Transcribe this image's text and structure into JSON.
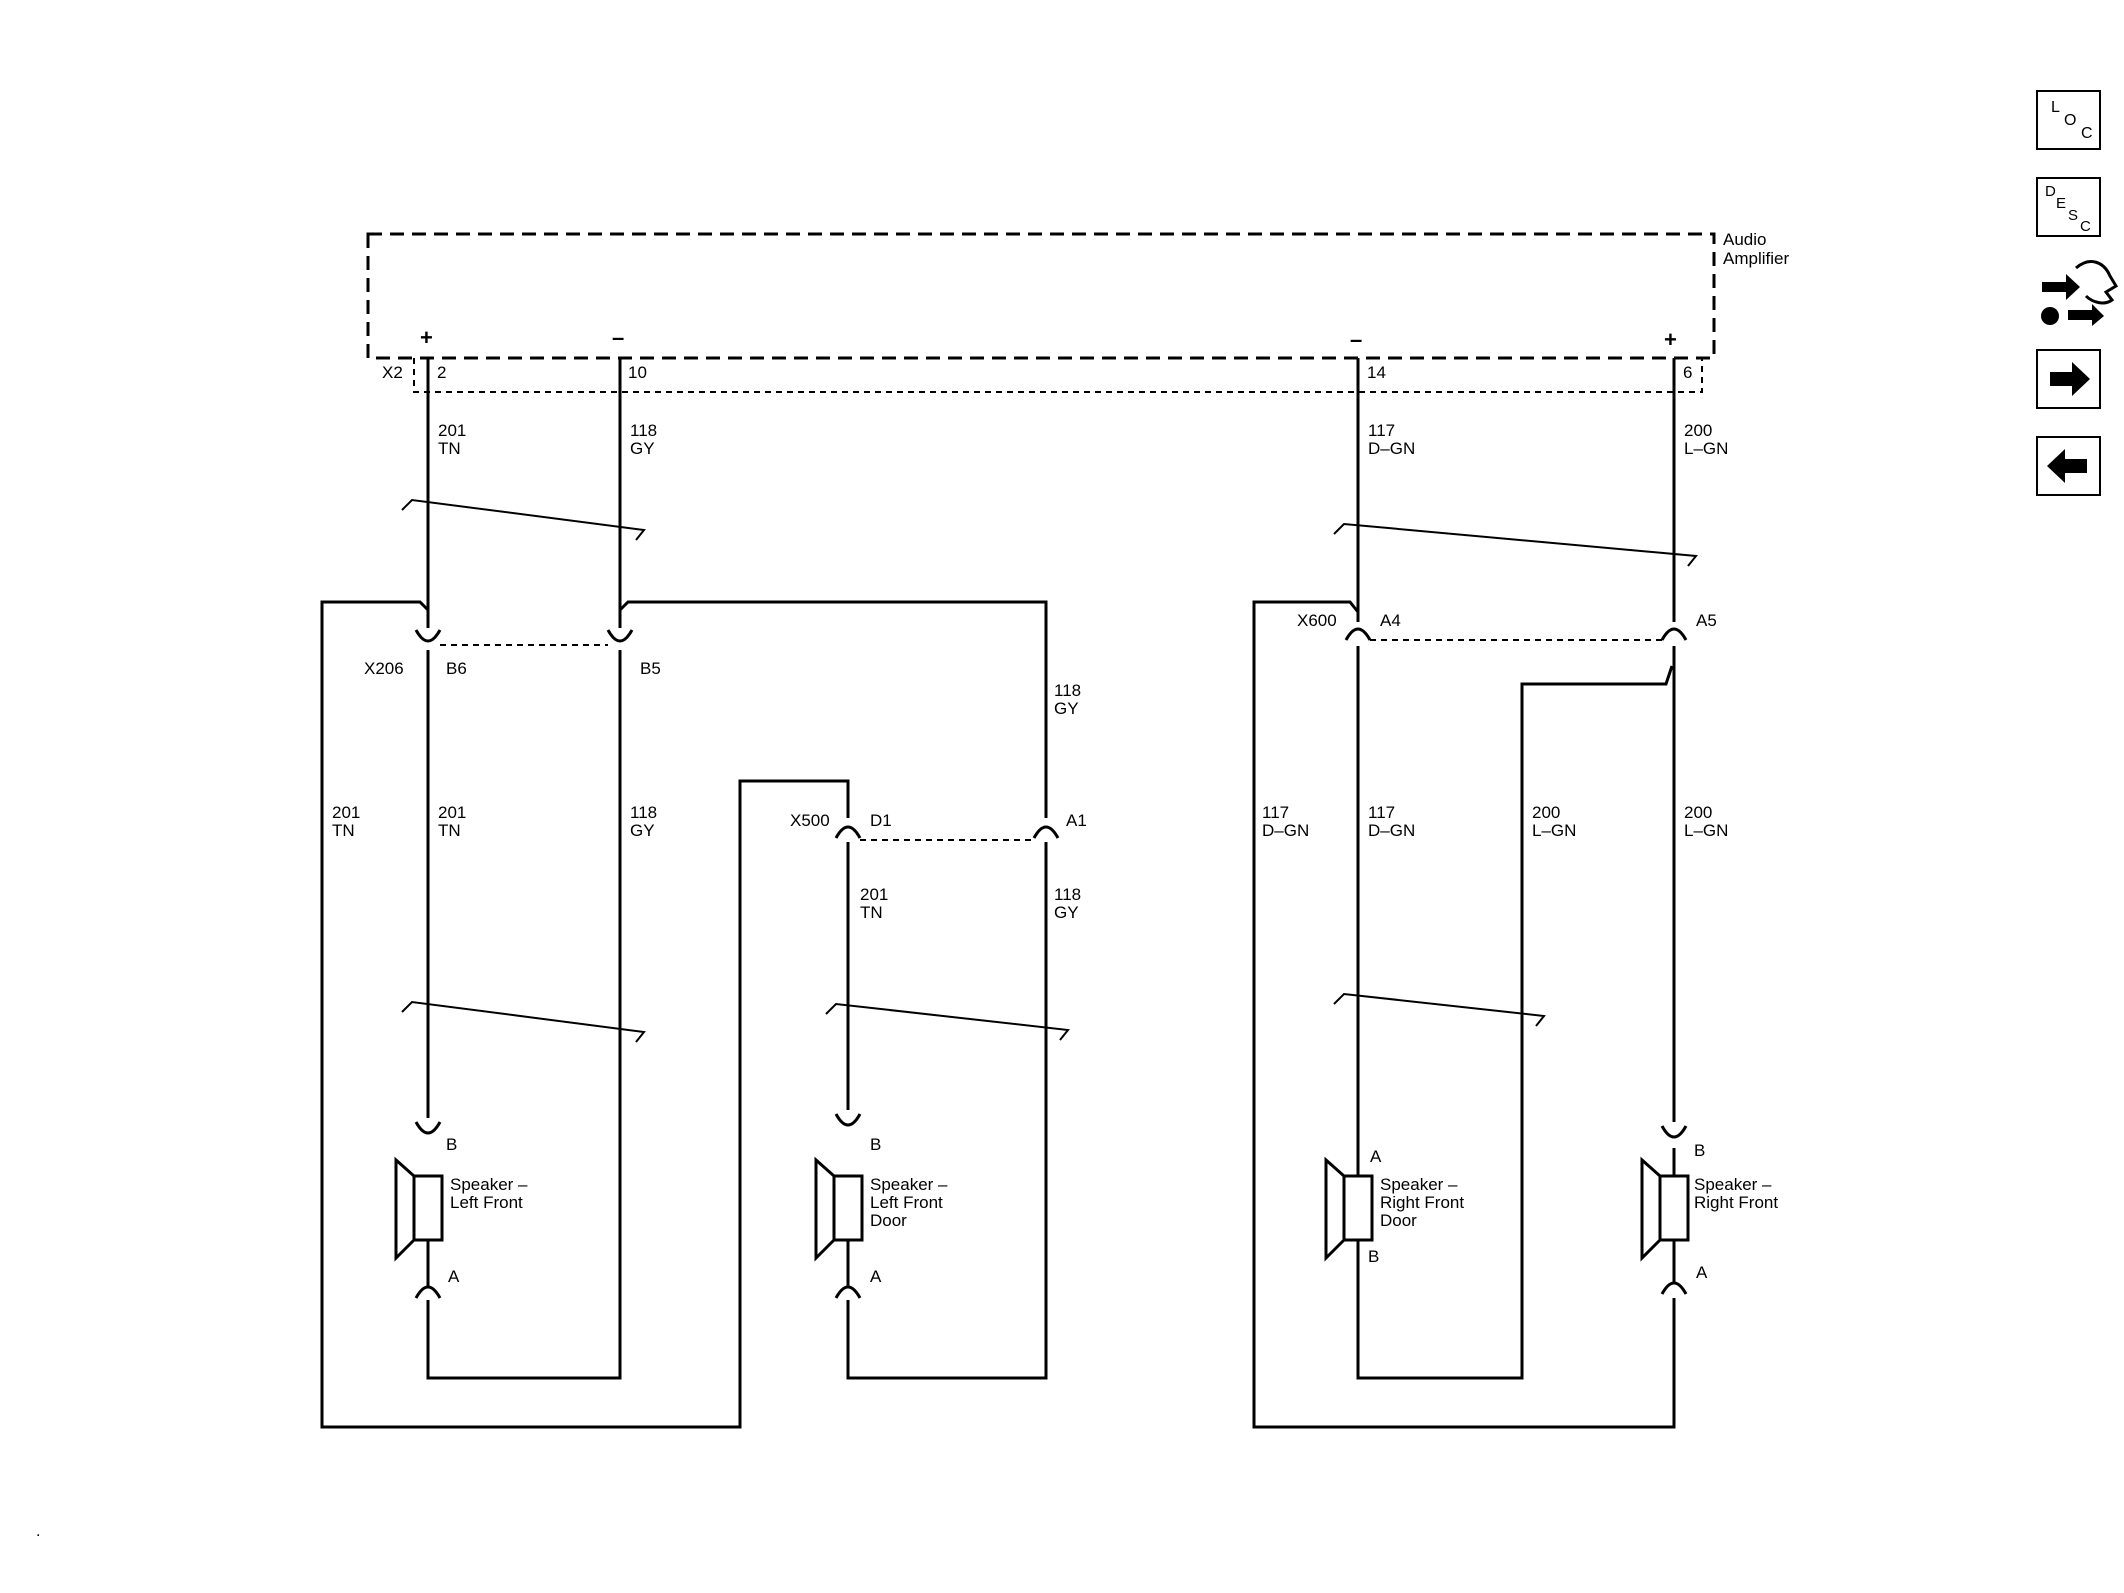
{
  "nav": {
    "loc_letters": [
      "L",
      "O",
      "C"
    ],
    "desc_letters": [
      "D",
      "E",
      "S",
      "C"
    ],
    "icons": [
      "loc-icon",
      "desc-icon",
      "connector-tool-icon",
      "arrow-right-icon",
      "arrow-left-icon"
    ]
  },
  "amplifier": {
    "name_line1": "Audio",
    "name_line2": "Amplifier",
    "connector": "X2",
    "plus_sign": "+",
    "minus_sign": "–"
  },
  "pins": {
    "p2": "2",
    "p10": "10",
    "p14": "14",
    "p6": "6",
    "b6": "B6",
    "b5": "B5",
    "a4": "A4",
    "a5": "A5",
    "d1": "D1",
    "a1": "A1",
    "spk_b": "B",
    "spk_a": "A"
  },
  "connectors": {
    "x206": "X206",
    "x500": "X500",
    "x600": "X600"
  },
  "wires": {
    "w201": "201",
    "tn": "TN",
    "w118": "118",
    "gy": "GY",
    "w117": "117",
    "dgn": "D–GN",
    "w200": "200",
    "lgn": "L–GN"
  },
  "speakers": {
    "lf_1": "Speaker –",
    "lf_2": "Left Front",
    "lfd_1": "Speaker –",
    "lfd_2": "Left Front",
    "lfd_3": "Door",
    "rfd_1": "Speaker –",
    "rfd_2": "Right Front",
    "rfd_3": "Door",
    "rf_1": "Speaker –",
    "rf_2": "Right Front"
  },
  "misc": {
    "dot": "."
  }
}
